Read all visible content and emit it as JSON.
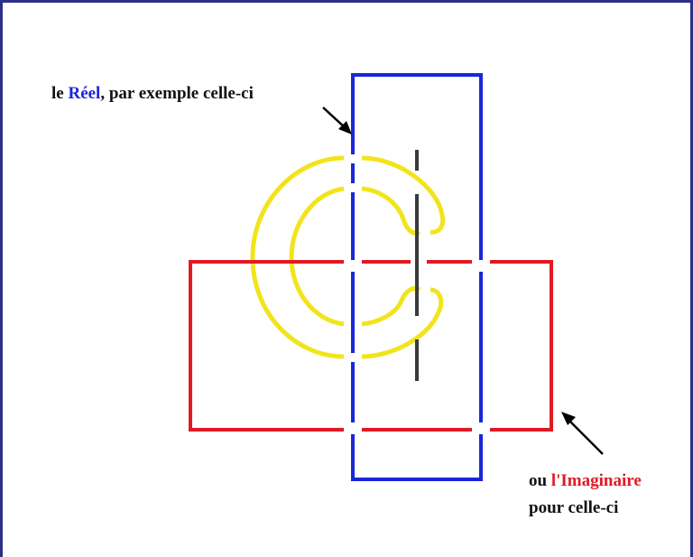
{
  "labels": {
    "reel": {
      "prefix": "le ",
      "highlight": "Réel",
      "suffix": ", par exemple celle-ci"
    },
    "imaginaire": {
      "prefix": "ou ",
      "highlight": "l'Imaginaire",
      "line2": "pour celle-ci"
    }
  },
  "colors": {
    "frame": "#2b2f86",
    "reel": "#1b26d8",
    "imaginaire": "#e01a24",
    "symbolique": "#f2e41c",
    "axis": "#3a3a3a"
  }
}
